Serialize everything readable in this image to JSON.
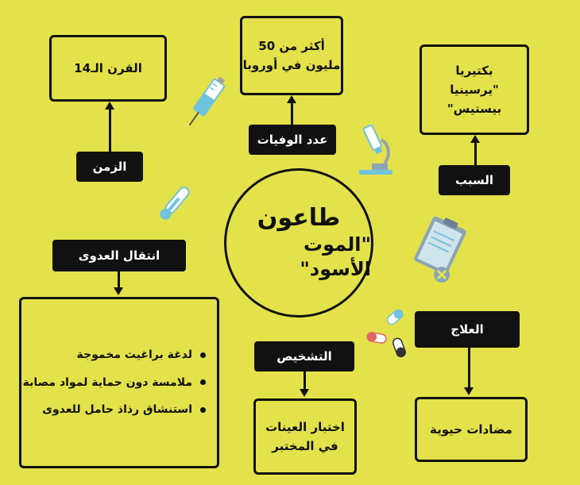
{
  "center": {
    "line1": "طاعون",
    "line2": "\"الموت الأسود\""
  },
  "time": {
    "label": "الزمن",
    "value": "القرن الـ14"
  },
  "deaths": {
    "label": "عدد الوفيات",
    "value_line1": "أكثر من 50",
    "value_line2": "مليون في أوروبا"
  },
  "cause": {
    "label": "السبب",
    "value_line1": "بكتيريا",
    "value_line2": "\"يرسينيا بيستيس\""
  },
  "transmission": {
    "label": "انتقال العدوى",
    "items": [
      "لدغة براغيث مخموجة",
      "ملامسة دون حماية لمواد مصابة",
      "استنشاق رذاذ حامل للعدوى"
    ]
  },
  "diagnosis": {
    "label": "التشخيص",
    "value_line1": "اختبار العينات",
    "value_line2": "في المختبر"
  },
  "treatment": {
    "label": "العلاج",
    "value": "مضادات حيوية"
  },
  "icons": [
    "syringe-icon",
    "microscope-icon",
    "thermometer-icon",
    "clipboard-icon",
    "pills-icon"
  ],
  "colors": {
    "background": "#e4e24a",
    "ink": "#111111",
    "accent_blue": "#6fc3dc"
  }
}
